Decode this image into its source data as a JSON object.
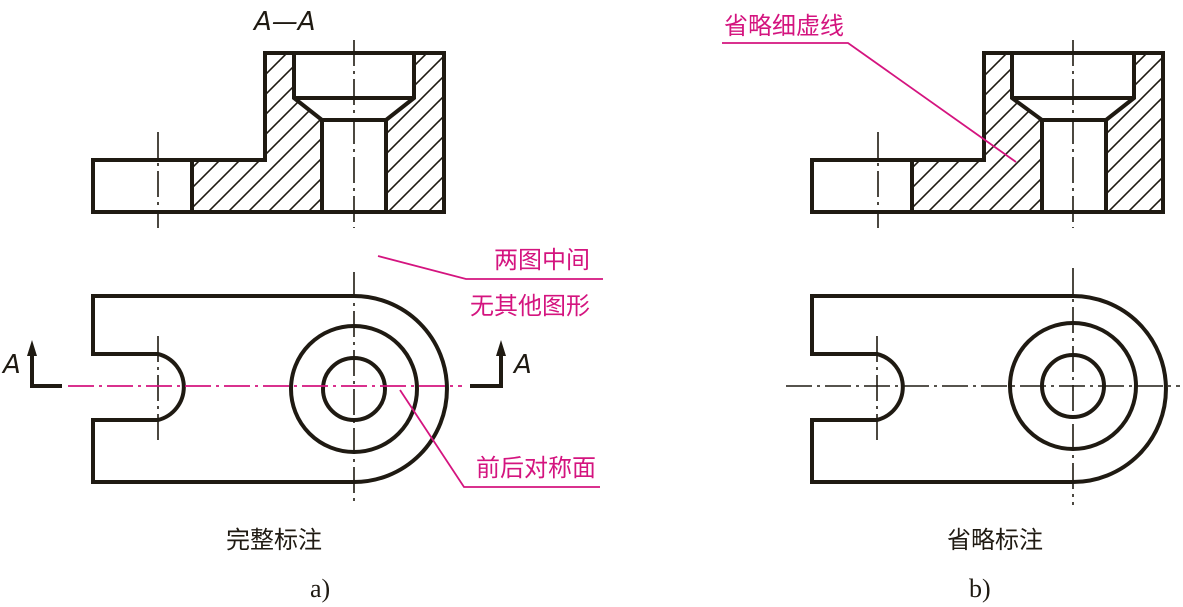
{
  "figure_a": {
    "section_title": "A—A",
    "cut_label_left": "A",
    "cut_label_right": "A",
    "note_blank_line1": "两图中间",
    "note_blank_line2": "无其他图形",
    "note_symmetry": "前后对称面",
    "caption": "完整标注",
    "sublabel": "a)"
  },
  "figure_b": {
    "note_hidden": "省略细虚线",
    "caption": "省略标注",
    "sublabel": "b)"
  },
  "colors": {
    "line": "#1f1a12",
    "annotation": "#d4147f"
  }
}
